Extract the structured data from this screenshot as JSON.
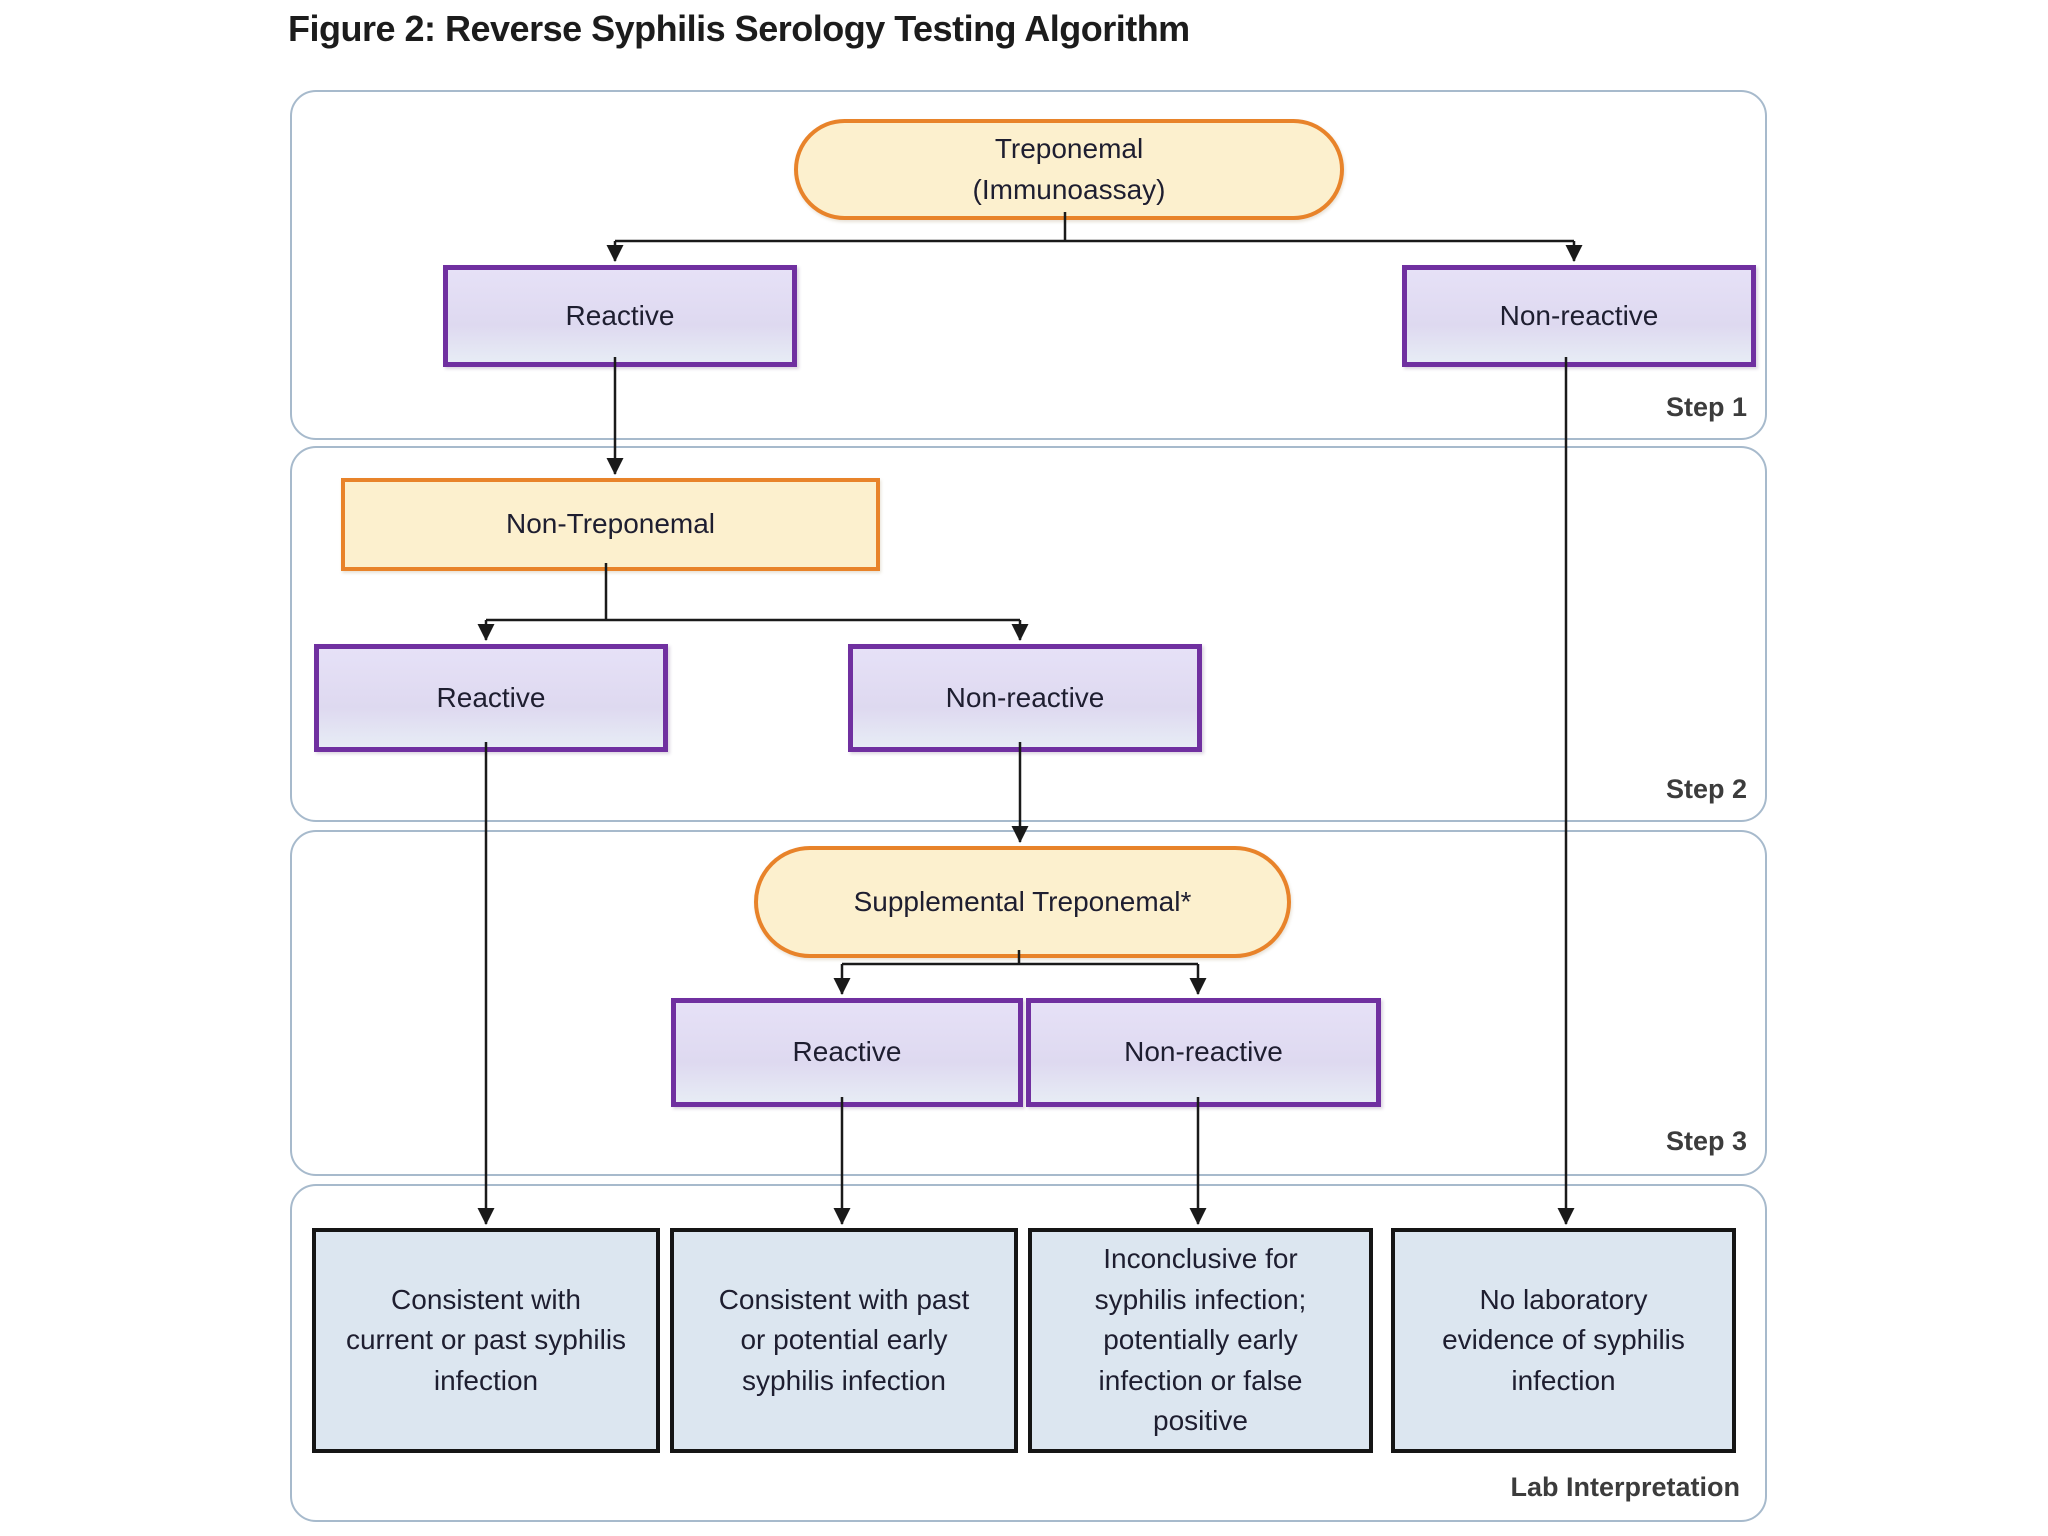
{
  "figure": {
    "title": "Figure 2: Reverse Syphilis Serology Testing Algorithm"
  },
  "containers": [
    {
      "id": "step1",
      "label": "Step 1"
    },
    {
      "id": "step2",
      "label": "Step 2"
    },
    {
      "id": "step3",
      "label": "Step 3"
    },
    {
      "id": "lab",
      "label": "Lab Interpretation"
    }
  ],
  "nodes": {
    "treponemal": {
      "text": "Treponemal\n(Immunoassay)",
      "shape": "pill",
      "style": "orange"
    },
    "s1_reactive": {
      "text": "Reactive",
      "shape": "rect",
      "style": "purple"
    },
    "s1_nonreactive": {
      "text": "Non-reactive",
      "shape": "rect",
      "style": "purple"
    },
    "non_treponemal": {
      "text": "Non-Treponemal",
      "shape": "rect",
      "style": "orange"
    },
    "s2_reactive": {
      "text": "Reactive",
      "shape": "rect",
      "style": "purple"
    },
    "s2_nonreactive": {
      "text": "Non-reactive",
      "shape": "rect",
      "style": "purple"
    },
    "supplemental": {
      "text": "Supplemental Treponemal*",
      "shape": "pill",
      "style": "orange"
    },
    "s3_reactive": {
      "text": "Reactive",
      "shape": "rect",
      "style": "purple"
    },
    "s3_nonreactive": {
      "text": "Non-reactive",
      "shape": "rect",
      "style": "purple"
    },
    "lab1": {
      "text": "Consistent with\ncurrent or past syphilis\ninfection",
      "style": "blue"
    },
    "lab2": {
      "text": "Consistent with past\nor potential early\nsyphilis infection",
      "style": "blue"
    },
    "lab3": {
      "text": "Inconclusive for\nsyphilis infection;\npotentially early\ninfection or false\npositive",
      "style": "blue"
    },
    "lab4": {
      "text": "No laboratory\nevidence of syphilis\ninfection",
      "style": "blue"
    }
  },
  "edges": [
    {
      "from": "treponemal",
      "to": "s1_reactive"
    },
    {
      "from": "treponemal",
      "to": "s1_nonreactive"
    },
    {
      "from": "s1_reactive",
      "to": "non_treponemal"
    },
    {
      "from": "s1_nonreactive",
      "to": "lab4"
    },
    {
      "from": "non_treponemal",
      "to": "s2_reactive"
    },
    {
      "from": "non_treponemal",
      "to": "s2_nonreactive"
    },
    {
      "from": "s2_reactive",
      "to": "lab1"
    },
    {
      "from": "s2_nonreactive",
      "to": "supplemental"
    },
    {
      "from": "supplemental",
      "to": "s3_reactive"
    },
    {
      "from": "supplemental",
      "to": "s3_nonreactive"
    },
    {
      "from": "s3_reactive",
      "to": "lab2"
    },
    {
      "from": "s3_nonreactive",
      "to": "lab3"
    }
  ],
  "colors": {
    "orange_border": "#e8832a",
    "orange_fill": "#fcf0ce",
    "purple_border": "#7030a0",
    "purple_fill": "#e2ddf3",
    "blue_fill": "#dce6f0",
    "black_border": "#151515",
    "container_border": "#a7bacc",
    "arrow": "#1a1a1a"
  }
}
